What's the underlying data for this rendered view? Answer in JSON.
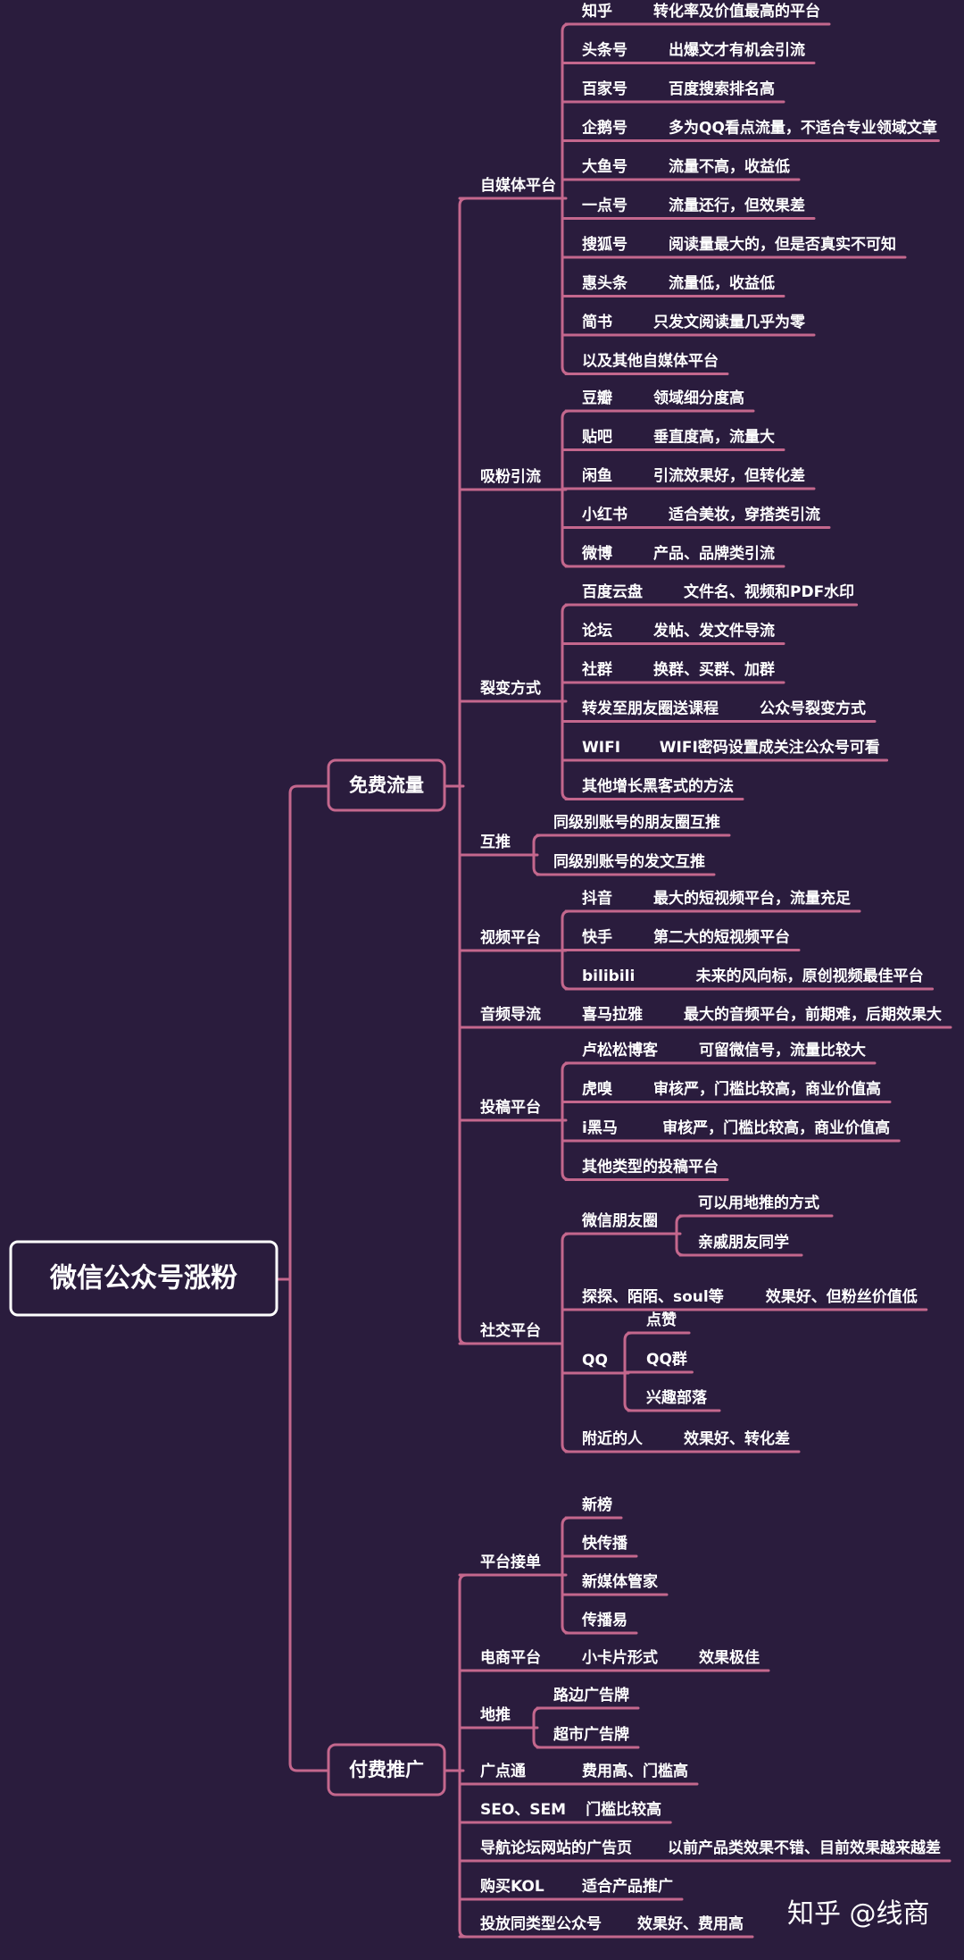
{
  "title": "微信公众号涨粉",
  "watermark": "知乎 @线商",
  "colors": {
    "background": "#2a1c3d",
    "line": "#c4678d",
    "text": "#ffffff"
  },
  "branches": [
    {
      "label": "免费流量",
      "children": [
        {
          "label": "自媒体平台",
          "children": [
            {
              "label": "知乎",
              "note": "转化率及价值最高的平台"
            },
            {
              "label": "头条号",
              "note": "出爆文才有机会引流"
            },
            {
              "label": "百家号",
              "note": "百度搜索排名高"
            },
            {
              "label": "企鹅号",
              "note": "多为QQ看点流量，不适合专业领域文章"
            },
            {
              "label": "大鱼号",
              "note": "流量不高，收益低"
            },
            {
              "label": "一点号",
              "note": "流量还行，但效果差"
            },
            {
              "label": "搜狐号",
              "note": "阅读量最大的，但是否真实不可知"
            },
            {
              "label": "惠头条",
              "note": "流量低，收益低"
            },
            {
              "label": "简书",
              "note": "只发文阅读量几乎为零"
            },
            {
              "label": "以及其他自媒体平台"
            }
          ]
        },
        {
          "label": "吸粉引流",
          "children": [
            {
              "label": "豆瓣",
              "note": "领域细分度高"
            },
            {
              "label": "贴吧",
              "note": "垂直度高，流量大"
            },
            {
              "label": "闲鱼",
              "note": "引流效果好，但转化差"
            },
            {
              "label": "小红书",
              "note": "适合美妆，穿搭类引流"
            },
            {
              "label": "微博",
              "note": "产品、品牌类引流"
            }
          ]
        },
        {
          "label": "裂变方式",
          "children": [
            {
              "label": "百度云盘",
              "note": "文件名、视频和PDF水印"
            },
            {
              "label": "论坛",
              "note": "发帖、发文件导流"
            },
            {
              "label": "社群",
              "note": "换群、买群、加群"
            },
            {
              "label": "转发至朋友圈送课程",
              "note": "公众号裂变方式"
            },
            {
              "label": "WIFI",
              "note": "WIFI密码设置成关注公众号可看"
            },
            {
              "label": "其他增长黑客式的方法"
            }
          ]
        },
        {
          "label": "互推",
          "children": [
            {
              "label": "同级别账号的朋友圈互推"
            },
            {
              "label": "同级别账号的发文互推"
            }
          ]
        },
        {
          "label": "视频平台",
          "children": [
            {
              "label": "抖音",
              "note": "最大的短视频平台，流量充足"
            },
            {
              "label": "快手",
              "note": "第二大的短视频平台"
            },
            {
              "label": "bilibili",
              "note": "未来的风向标，原创视频最佳平台"
            }
          ]
        },
        {
          "label": "音频导流",
          "children": [
            {
              "label": "喜马拉雅",
              "note": "最大的音频平台，前期难，后期效果大"
            }
          ]
        },
        {
          "label": "投稿平台",
          "children": [
            {
              "label": "卢松松博客",
              "note": "可留微信号，流量比较大"
            },
            {
              "label": "虎嗅",
              "note": "审核严，门槛比较高，商业价值高"
            },
            {
              "label": "i黑马",
              "note": "审核严，门槛比较高，商业价值高"
            },
            {
              "label": "其他类型的投稿平台"
            }
          ]
        },
        {
          "label": "社交平台",
          "children": [
            {
              "label": "微信朋友圈",
              "children": [
                {
                  "label": "可以用地推的方式"
                },
                {
                  "label": "亲戚朋友同学"
                }
              ]
            },
            {
              "label": "探探、陌陌、soul等",
              "note": "效果好、但粉丝价值低"
            },
            {
              "label": "QQ",
              "children": [
                {
                  "label": "点赞"
                },
                {
                  "label": "QQ群"
                },
                {
                  "label": "兴趣部落"
                }
              ]
            },
            {
              "label": "附近的人",
              "note": "效果好、转化差"
            }
          ]
        }
      ]
    },
    {
      "label": "付费推广",
      "children": [
        {
          "label": "平台接单",
          "children": [
            {
              "label": "新榜"
            },
            {
              "label": "快传播"
            },
            {
              "label": "新媒体管家"
            },
            {
              "label": "传播易"
            }
          ]
        },
        {
          "label": "电商平台",
          "children": [
            {
              "label": "小卡片形式",
              "note": "效果极佳"
            }
          ]
        },
        {
          "label": "地推",
          "children": [
            {
              "label": "路边广告牌"
            },
            {
              "label": "超市广告牌"
            }
          ]
        },
        {
          "label": "广点通",
          "children": [
            {
              "label": "费用高、门槛高"
            }
          ]
        },
        {
          "label": "SEO、SEM",
          "children": [
            {
              "label": "门槛比较高"
            }
          ]
        },
        {
          "label": "导航论坛网站的广告页",
          "children": [
            {
              "label": "以前产品类效果不错、目前效果越来越差"
            }
          ]
        },
        {
          "label": "购买KOL",
          "children": [
            {
              "label": "适合产品推广"
            }
          ]
        },
        {
          "label": "投放同类型公众号",
          "children": [
            {
              "label": "效果好、费用高"
            }
          ]
        }
      ]
    }
  ]
}
